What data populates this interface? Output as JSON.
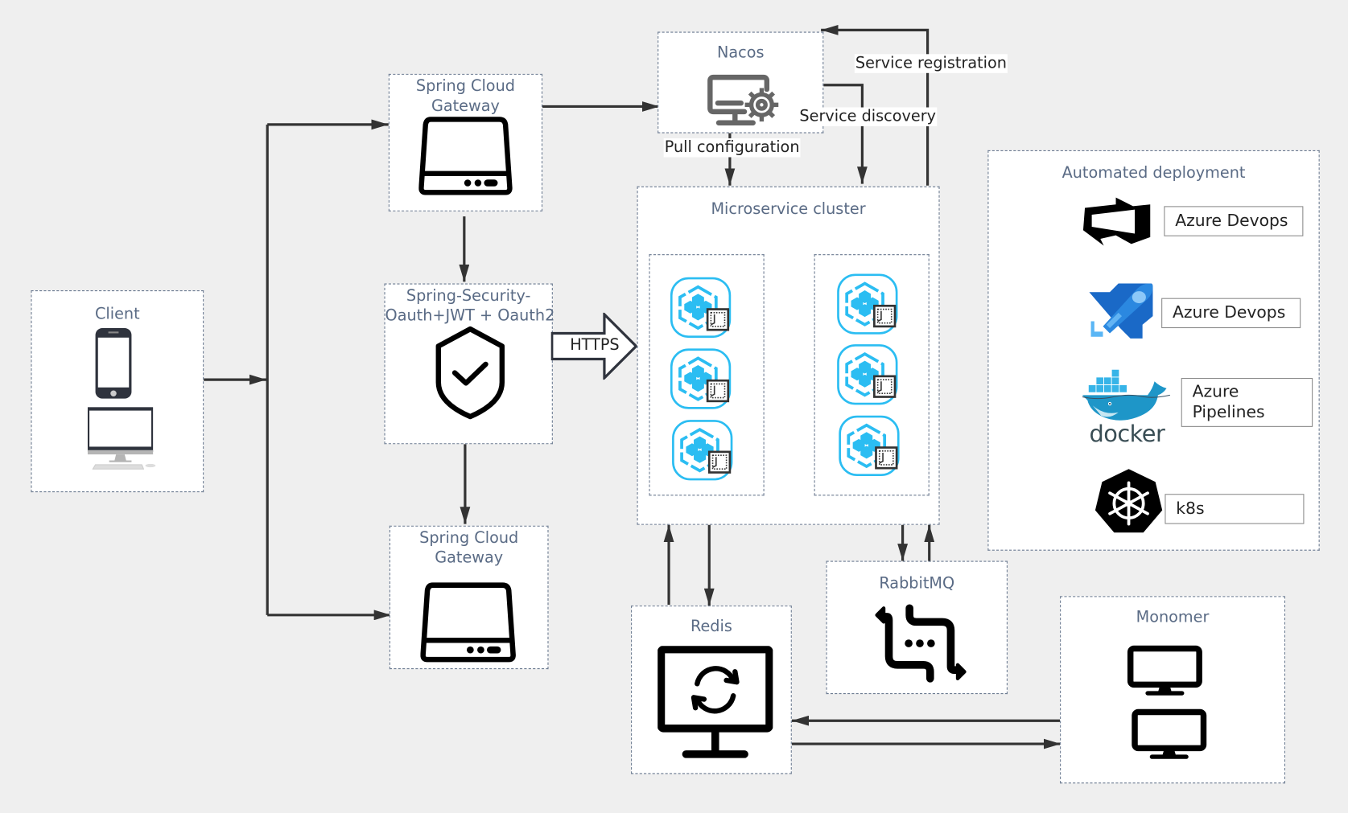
{
  "diagram": {
    "nodes": {
      "client": {
        "title": "Client"
      },
      "gateway_top": {
        "title_line1": "Spring Cloud",
        "title_line2": "Gateway"
      },
      "security": {
        "title_line1": "Spring-Security-",
        "title_line2": "Oauth+JWT + Oauth2"
      },
      "gateway_bottom": {
        "title_line1": "Spring Cloud",
        "title_line2": "Gateway"
      },
      "nacos": {
        "title": "Nacos"
      },
      "cluster": {
        "title": "Microservice cluster"
      },
      "redis": {
        "title": "Redis"
      },
      "rabbitmq": {
        "title": "RabbitMQ"
      },
      "monomer": {
        "title": "Monomer"
      },
      "deployment": {
        "title": "Automated deployment",
        "steps": [
          {
            "icon": "azure-devops-icon",
            "label": "Azure Devops"
          },
          {
            "icon": "azure-pipelines-rocket-icon",
            "label": "Azure Devops"
          },
          {
            "icon": "docker-icon",
            "label_line1": "Azure",
            "label_line2": "Pipelines",
            "icon_text": "docker"
          },
          {
            "icon": "kubernetes-icon",
            "label": "k8s"
          }
        ]
      }
    },
    "edge_labels": {
      "https": "HTTPS",
      "pull_configuration": "Pull configuration",
      "service_discovery": "Service discovery",
      "service_registration": "Service registration"
    },
    "colors": {
      "border": "#6b7a90",
      "title_text": "#5a6b85",
      "arrow": "#333333",
      "microservice_blue": "#2bbdf2",
      "background": "#efefef"
    }
  }
}
